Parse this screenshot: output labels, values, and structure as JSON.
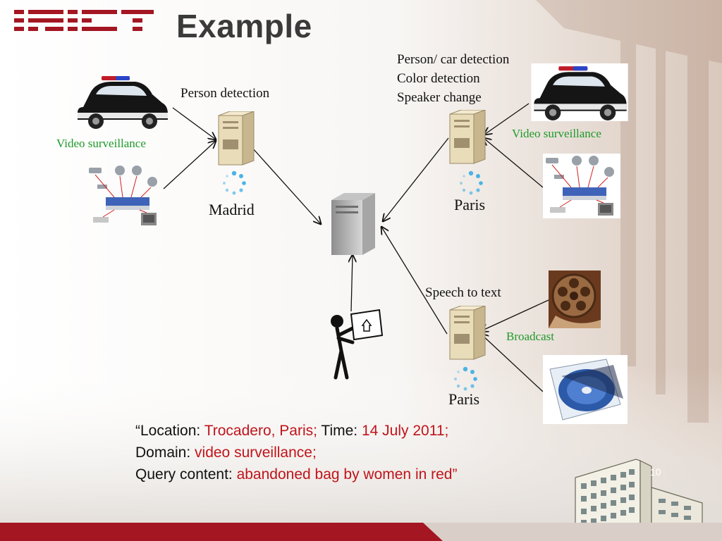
{
  "slide": {
    "title": "Example",
    "page_number": "10",
    "colors": {
      "accent_red": "#c0141a",
      "label_green": "#1e9a2a",
      "bottom_bar": "#a31622"
    }
  },
  "diagram": {
    "madrid_node": {
      "processing_label": "Person detection",
      "source_label": "Video surveillance",
      "city": "Madrid"
    },
    "paris_video_node": {
      "processing_lines": [
        "Person/ car detection",
        "Color detection",
        "Speaker change"
      ],
      "source_label": "Video surveillance",
      "city": "Paris"
    },
    "paris_broadcast_node": {
      "processing_label": "Speech to text",
      "source_label": "Broadcast",
      "city": "Paris"
    },
    "icons": [
      "police-car-icon",
      "cctv-setup-icon",
      "server-icon",
      "loading-spinner-icon",
      "central-server-icon",
      "user-figure-icon",
      "film-reel-icon",
      "cd-case-icon",
      "building-icon"
    ]
  },
  "query": {
    "location_key": "“Location: ",
    "location_val": "Trocadero, Paris;",
    "time_key": " Time: ",
    "time_val": "14 July 2011;",
    "domain_key": "Domain: ",
    "domain_val": "video surveillance;",
    "content_key": "Query content: ",
    "content_val": "abandoned bag by women in red”"
  }
}
